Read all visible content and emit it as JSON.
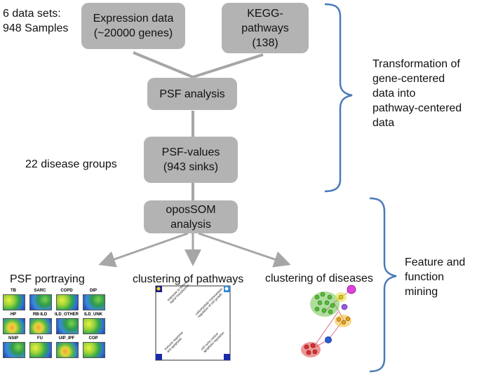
{
  "left_labels": {
    "datasets_line1": "6 data sets:",
    "datasets_line2": "948 Samples",
    "disease_groups": "22 disease groups"
  },
  "boxes": {
    "expression": "Expression data\n(~20000 genes)",
    "kegg": "KEGG-\npathways\n(138)",
    "psf_analysis": "PSF analysis",
    "psf_values": "PSF-values\n(943 sinks)",
    "opossom": "oposSOM\nanalysis"
  },
  "right_labels": {
    "transformation": "Transformation of\ngene-centered\ndata into\npathway-centered\ndata",
    "feature": "Feature and\nfunction\nmining"
  },
  "outputs": {
    "portraying": "PSF portraying",
    "clustering_pathways": "clustering of pathways",
    "clustering_diseases": "clustering of diseases"
  },
  "portrait_titles": [
    "TB",
    "SARC",
    "COPD",
    "DIP",
    "HP",
    "RB-ILD",
    "ILD_OTHER",
    "ILD_UNK",
    "NSIP",
    "FU",
    "UIP_IPF",
    "COP"
  ],
  "pathway_plot_labels": [
    "response to stimulus\nsignal transduction",
    "carbohydrate homeostasis\nregulation of cell growth",
    "immune response\nanti-apoptosis",
    "cell cycle control\napoptosis regulation"
  ],
  "colors": {
    "box_fill": "#b3b3b3",
    "arrow": "#a6a6a6",
    "bracket": "#4a7ab8"
  }
}
